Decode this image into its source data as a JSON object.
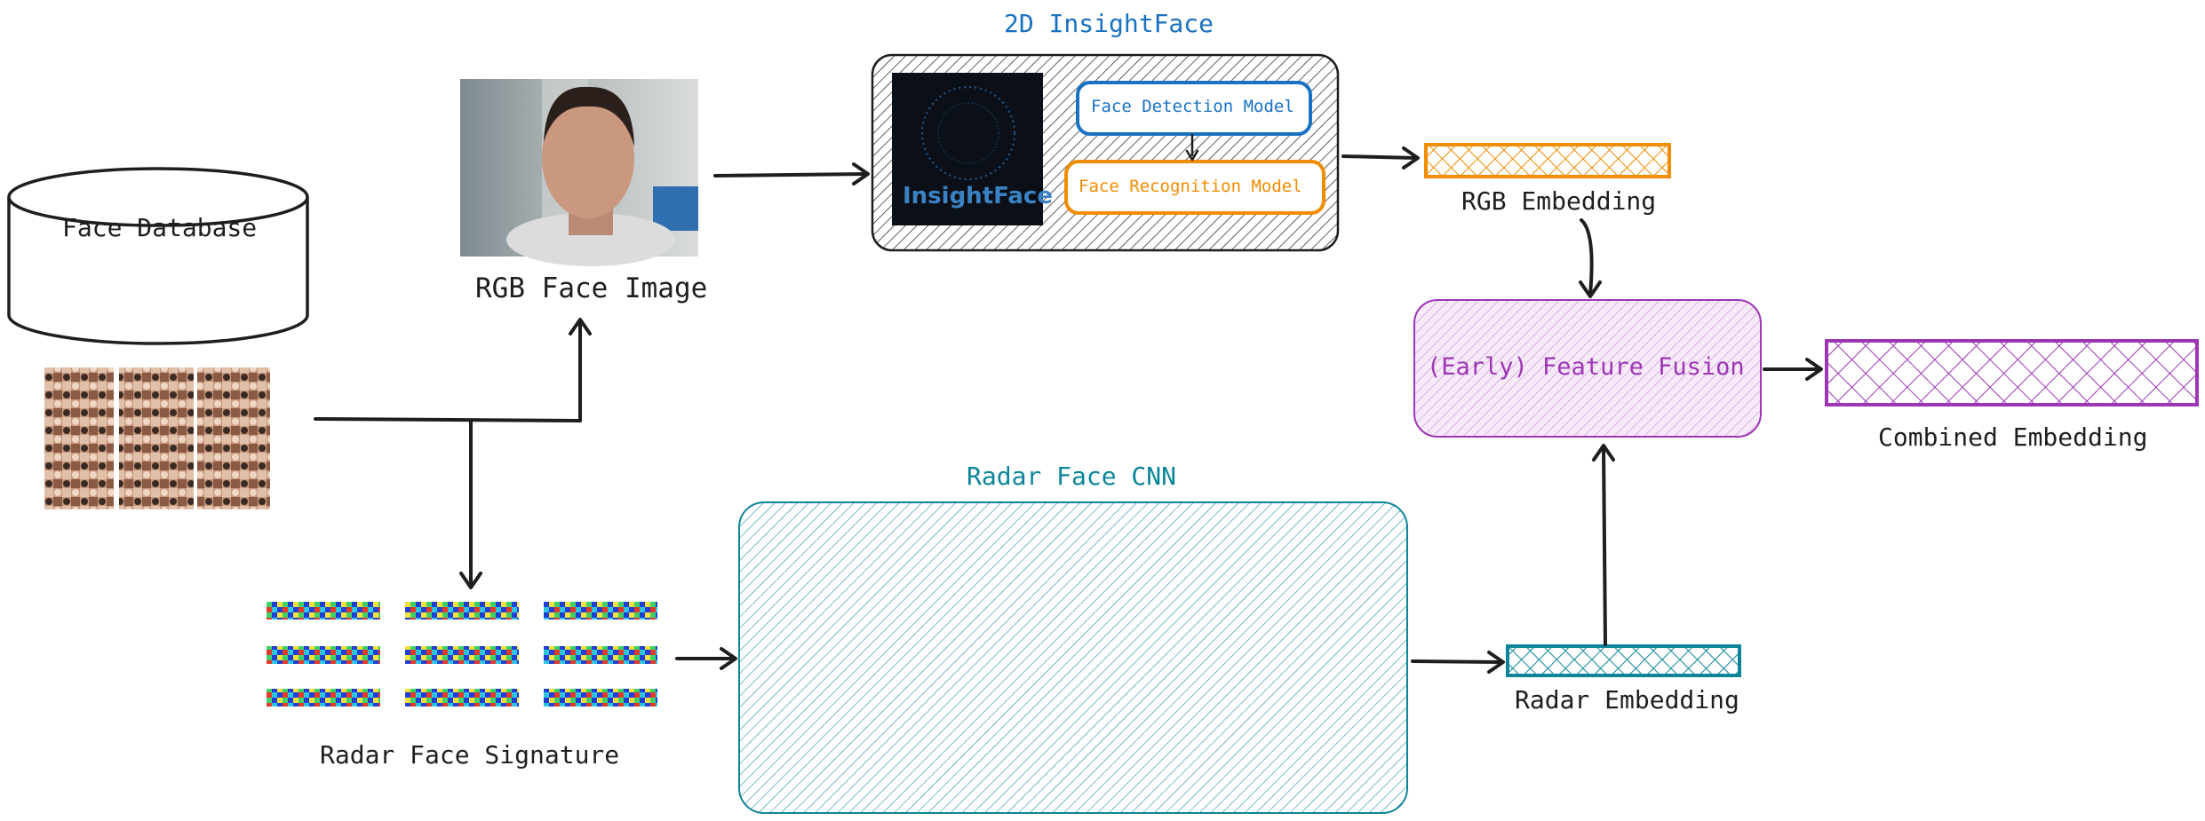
{
  "diagram": {
    "face_database": {
      "label": "Face Database"
    },
    "rgb_image": {
      "label": "RGB Face Image"
    },
    "insightface": {
      "title": "2D InsightFace",
      "logo_text": "InsightFace",
      "detection_label": "Face Detection Model",
      "recognition_label": "Face Recognition Model"
    },
    "rgb_embedding": {
      "label": "RGB Embedding"
    },
    "fusion": {
      "label": "(Early) Feature Fusion"
    },
    "combined_embedding": {
      "label": "Combined Embedding"
    },
    "radar_cnn": {
      "title": "Radar Face CNN"
    },
    "radar_embedding": {
      "label": "Radar Embedding"
    },
    "radar_signature": {
      "label": "Radar Face Signature"
    }
  },
  "colors": {
    "ink": "#1e1e1e",
    "blue": "#1971c2",
    "orange": "#f08c00",
    "purple": "#9c36b5",
    "teal": "#0c8599"
  }
}
